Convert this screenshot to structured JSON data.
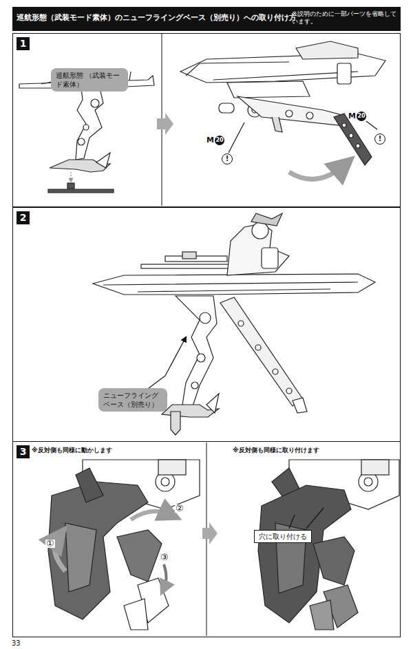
{
  "diagram": {
    "title": "巡航形態（武装モード素体）のニューフライングベース（別売り）への取り付け方",
    "nodes": [
      {
        "text": [
          "1"
        ]
      },
      {
        "text": [
          "巡航形態 （武装モード素体）"
        ],
        "in": 0
      },
      {
        "text": [
          "2"
        ]
      },
      {
        "text": [
          "ニューフライング ベース（別売り）"
        ],
        "in": 2
      },
      {
        "text": [
          "3"
        ]
      },
      {
        "text": [
          "穴に取り付ける"
        ],
        "in": 4
      }
    ],
    "labels": [
      "※説明のために一部パーツを省略しています。",
      "M",
      "20",
      "!",
      "M",
      "20",
      "!",
      "※反対側も同様に動かします",
      "※反対側も同様に取り付けます",
      "①",
      "②",
      "③",
      "33"
    ]
  }
}
